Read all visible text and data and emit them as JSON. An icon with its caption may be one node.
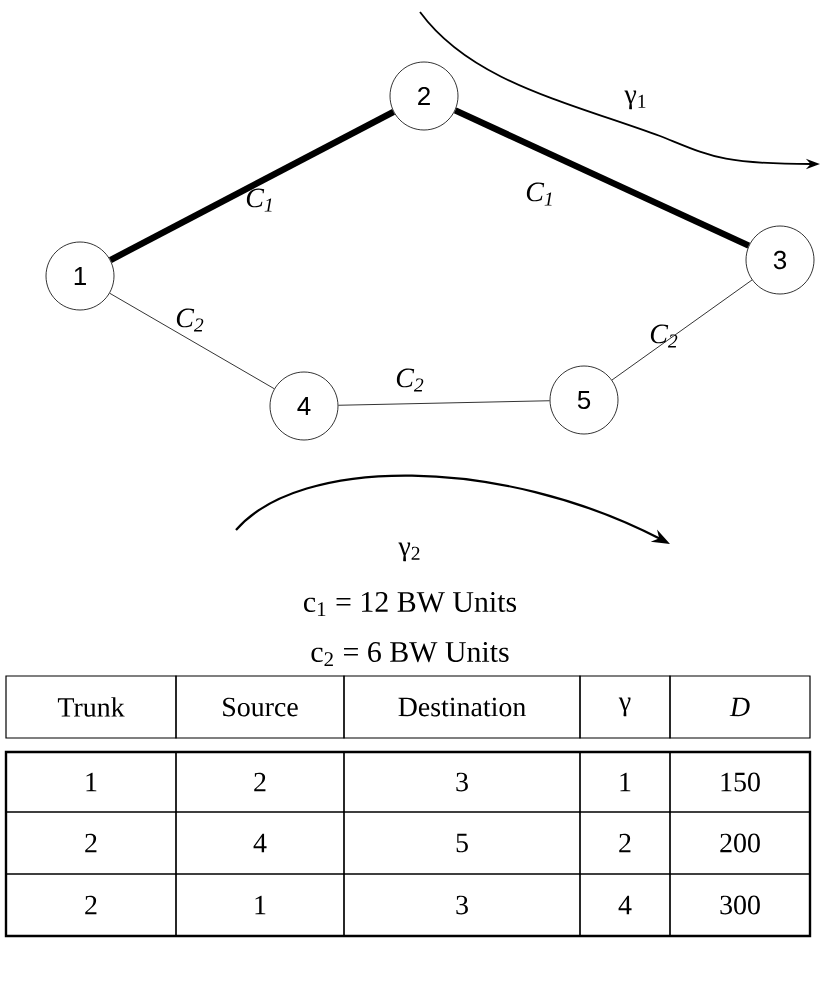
{
  "diagram": {
    "nodes": [
      {
        "text": [
          "1"
        ]
      },
      {
        "text": [
          "2"
        ]
      },
      {
        "text": [
          "3"
        ]
      },
      {
        "text": [
          "4"
        ]
      },
      {
        "text": [
          "5"
        ]
      }
    ],
    "edges": [
      {
        "from": 0,
        "to": 1,
        "arrow": "none",
        "style": "thick",
        "label": "C$_{1}$"
      },
      {
        "from": 1,
        "to": 2,
        "arrow": "none",
        "style": "thick",
        "label": "C$_{1}$"
      },
      {
        "from": 0,
        "to": 3,
        "arrow": "none",
        "label": "C$_{2}$"
      },
      {
        "from": 3,
        "to": 4,
        "arrow": "none",
        "label": "C$_{2}$"
      },
      {
        "from": 4,
        "to": 2,
        "arrow": "none",
        "label": "C$_{2}$"
      }
    ],
    "labels": [
      "γ$_{1}$",
      "γ$_{2}$",
      "c$_{1}$ = 12 BW Units",
      "c$_{2}$ = 6 BW Units",
      "Trunk",
      "Source",
      "Destination",
      "γ",
      "D",
      "1",
      "2",
      "3",
      "1",
      "150",
      "2",
      "4",
      "5",
      "2",
      "200",
      "2",
      "1",
      "3",
      "4",
      "300"
    ]
  }
}
